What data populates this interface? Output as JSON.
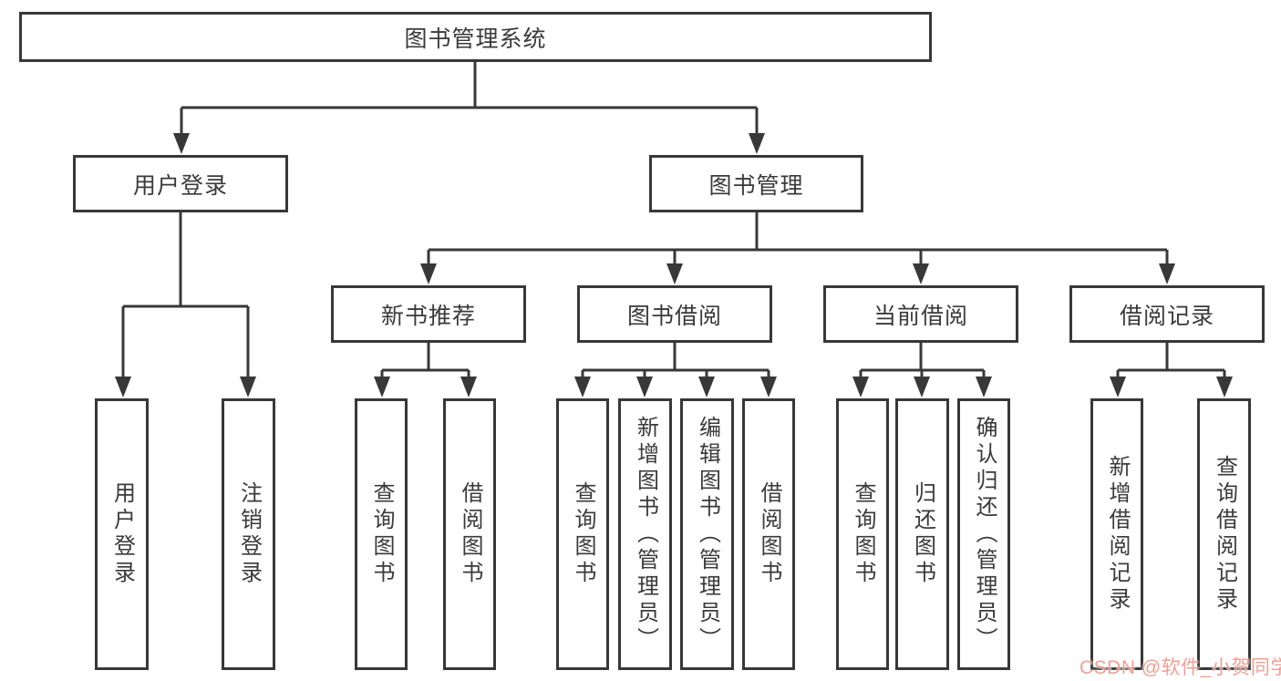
{
  "diagram": {
    "root": {
      "label": "图书管理系统"
    },
    "branches": [
      {
        "label": "用户登录",
        "children": [
          "用户登录",
          "注销登录"
        ]
      },
      {
        "label": "图书管理",
        "sections": [
          {
            "label": "新书推荐",
            "children": [
              "查询图书",
              "借阅图书"
            ]
          },
          {
            "label": "图书借阅",
            "children": [
              "查询图书",
              "新增图书（管理员）",
              "编辑图书（管理员）",
              "借阅图书"
            ]
          },
          {
            "label": "当前借阅",
            "children": [
              "查询图书",
              "归还图书",
              "确认归还（管理员）"
            ]
          },
          {
            "label": "借阅记录",
            "children": [
              "新增借阅记录",
              "查询借阅记录"
            ]
          }
        ]
      }
    ],
    "colors": {
      "line": "#383838",
      "text": "#3a3a3a",
      "background": "#ffffff",
      "watermark": "#ee7866"
    },
    "watermark": {
      "text": "CSDN @软件_小贺同学"
    }
  }
}
